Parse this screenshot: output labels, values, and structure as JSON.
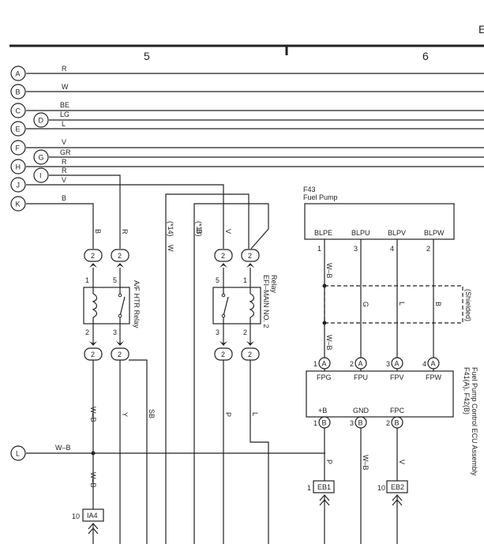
{
  "header": {
    "col5": "5",
    "col6": "6",
    "edge_mark": "E"
  },
  "bus": [
    {
      "id": "A",
      "color": "R"
    },
    {
      "id": "B",
      "color": "W"
    },
    {
      "id": "C",
      "color": "BE"
    },
    {
      "id": "D",
      "color": "LG"
    },
    {
      "id": "E",
      "color": "L"
    },
    {
      "id": "F",
      "color": "V"
    },
    {
      "id": "G",
      "color": "GR"
    },
    {
      "id": "H",
      "color": "R"
    },
    {
      "id": "I",
      "color": "R"
    },
    {
      "id": "J",
      "color": "V"
    },
    {
      "id": "K",
      "color": "B"
    },
    {
      "id": "L",
      "color": "W–B"
    }
  ],
  "af_relay": {
    "name": "A/F HTR Relay",
    "wire_in_left": "B",
    "wire_in_right": "R",
    "conn_top": [
      "2",
      "2"
    ],
    "pins_top": [
      "1",
      "5"
    ],
    "pins_bottom": [
      "2",
      "3"
    ],
    "conn_bottom": [
      "2",
      "2"
    ],
    "wire_out_left": "W–B",
    "wire_out_right": "Y",
    "wire_sb": "SB"
  },
  "efi_relay": {
    "name_line1": "EFI–MAIN NO. 2",
    "name_line2": "Relay",
    "ref1": "(*14)",
    "ref2": "(*13)",
    "wire_w": "W",
    "wire_b": "B",
    "wire_v": "V",
    "conn_top": [
      "2",
      "2"
    ],
    "pins_top": [
      "5",
      "1"
    ],
    "pins_bottom": [
      "3",
      "2"
    ],
    "conn_bottom": [
      "2",
      "2"
    ],
    "wire_out_left": "P",
    "wire_out_right": "L"
  },
  "fuel_pump": {
    "code": "F43",
    "name": "Fuel Pump",
    "terminals": [
      "BLPE",
      "BLPU",
      "BLPV",
      "BLPW"
    ],
    "pins": [
      "1",
      "3",
      "4",
      "2"
    ],
    "wires": [
      "W–B",
      "G",
      "L",
      "B"
    ],
    "shield": "(Shielded)",
    "wire_lower": "W–B"
  },
  "ecu": {
    "code": "F41(A), F42(B)",
    "name": "Fuel Pump Control ECU Assembly",
    "top_terms": [
      "FPG",
      "FPU",
      "FPV",
      "FPW"
    ],
    "top_pins": [
      "1",
      "2",
      "3",
      "4"
    ],
    "top_conn": [
      "A",
      "A",
      "A",
      "A"
    ],
    "bottom_terms": [
      "+B",
      "GND",
      "FPC"
    ],
    "bottom_pins": [
      "1",
      "3",
      "2"
    ],
    "bottom_conn": [
      "B",
      "B",
      "B"
    ],
    "bottom_wires": [
      "P",
      "W–B",
      "V"
    ]
  },
  "connectors": {
    "eb1_pin": "1",
    "eb1": "EB1",
    "eb2_pin": "10",
    "eb2": "EB2",
    "ia4_pin": "10",
    "ia4": "IA4",
    "ia4_wire": "W–B"
  }
}
